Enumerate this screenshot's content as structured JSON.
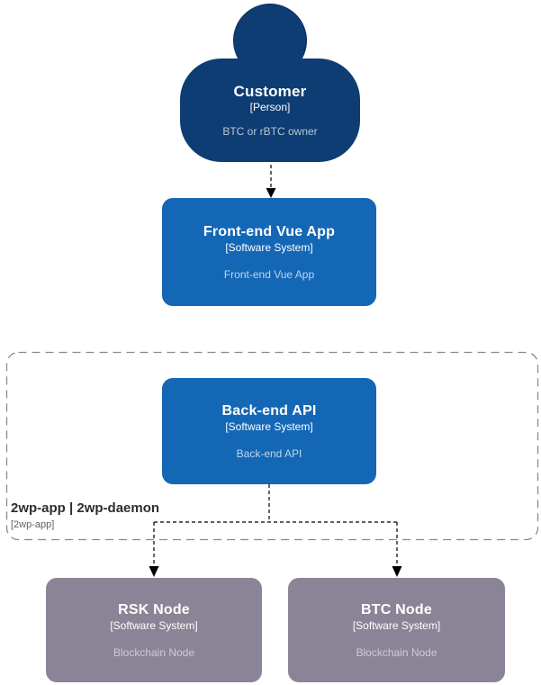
{
  "diagram": {
    "nodes": {
      "customer": {
        "title": "Customer",
        "subtitle": "[Person]",
        "description": "BTC or rBTC owner"
      },
      "frontend": {
        "title": "Front-end Vue App",
        "subtitle": "[Software System]",
        "description": "Front-end Vue App"
      },
      "backend": {
        "title": "Back-end API",
        "subtitle": "[Software System]",
        "description": "Back-end API"
      },
      "rsk_node": {
        "title": "RSK Node",
        "subtitle": "[Software System]",
        "description": "Blockchain Node"
      },
      "btc_node": {
        "title": "BTC Node",
        "subtitle": "[Software System]",
        "description": "Blockchain Node"
      }
    },
    "boundary": {
      "title": "2wp-app | 2wp-daemon",
      "subtitle": "[2wp-app]"
    },
    "colors": {
      "person_fill": "#0E3D73",
      "software_system_fill": "#1467B5",
      "external_node_fill": "#8B8496",
      "boundary_border": "#8A8A8A",
      "connector": "#000000",
      "background": "#FFFFFF"
    }
  }
}
